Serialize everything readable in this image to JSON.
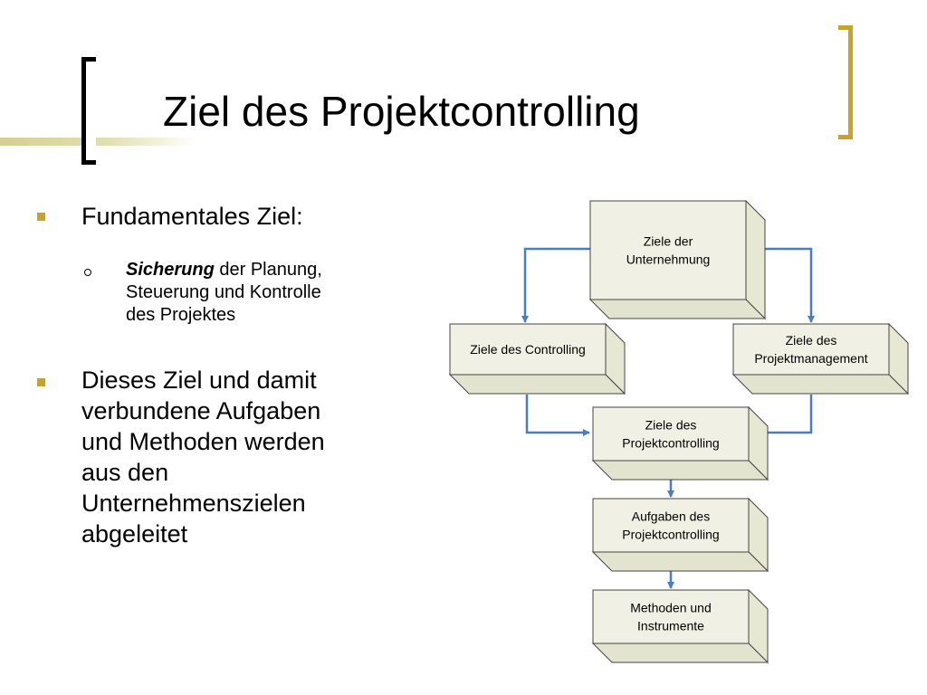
{
  "slide": {
    "title": "Ziel des Projektcontrolling",
    "accent_color": "#c9a227"
  },
  "bullets": [
    {
      "text": "Fundamentales Ziel:",
      "sub": [
        {
          "emphasis": "Sicherung",
          "lines": [
            " der Planung,",
            "Steuerung und Kontrolle",
            "des Projektes"
          ]
        }
      ]
    },
    {
      "lines": [
        "Dieses Ziel und damit",
        "verbundene Aufgaben",
        "und Methoden werden",
        "aus den",
        "Unternehmenszielen",
        "abgeleitet"
      ]
    }
  ],
  "diagram": {
    "arrow_color": "#4a7cc4",
    "box_color": "#f0f1e4",
    "boxes": [
      {
        "id": "unternehmung",
        "lines": [
          "Ziele der",
          "Unternehmung"
        ]
      },
      {
        "id": "controlling",
        "lines": [
          "Ziele des Controlling"
        ]
      },
      {
        "id": "projektmanagement",
        "lines": [
          "Ziele des",
          "Projektmanagement"
        ]
      },
      {
        "id": "projektcontrolling",
        "lines": [
          "Ziele des",
          "Projektcontrolling"
        ]
      },
      {
        "id": "aufgaben",
        "lines": [
          "Aufgaben des",
          "Projektcontrolling"
        ]
      },
      {
        "id": "methoden",
        "lines": [
          "Methoden und",
          "Instrumente"
        ]
      }
    ],
    "edges": [
      {
        "from": "unternehmung",
        "to": "controlling"
      },
      {
        "from": "unternehmung",
        "to": "projektmanagement"
      },
      {
        "from": "controlling",
        "to": "projektcontrolling"
      },
      {
        "from": "projektmanagement",
        "to": "projektcontrolling"
      },
      {
        "from": "projektcontrolling",
        "to": "aufgaben"
      },
      {
        "from": "aufgaben",
        "to": "methoden"
      }
    ]
  }
}
